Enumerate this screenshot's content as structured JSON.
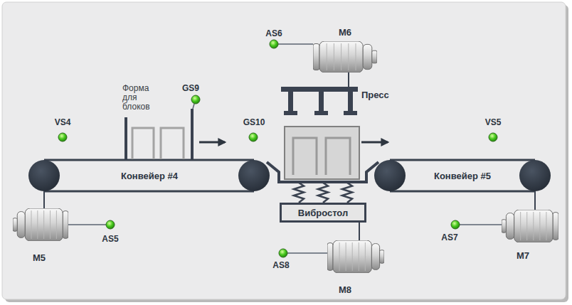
{
  "diagram": {
    "nodes": [
      {
        "text": [
          "M6"
        ]
      },
      {
        "text": [
          "Пресс"
        ]
      },
      {
        "text": [
          "Конвейер #4"
        ]
      },
      {
        "text": [
          "Вибростол"
        ]
      },
      {
        "text": [
          "Конвейер #5"
        ]
      },
      {
        "text": [
          "M5"
        ]
      },
      {
        "text": [
          "M8"
        ]
      },
      {
        "text": [
          "M7"
        ]
      }
    ],
    "edges": [
      {
        "from": 0,
        "to": 1,
        "arrow": "none"
      },
      {
        "from": 5,
        "to": 2,
        "arrow": "none"
      },
      {
        "from": 6,
        "to": 3,
        "arrow": "none"
      },
      {
        "from": 7,
        "to": 4,
        "arrow": "none"
      }
    ],
    "labels": [
      "AS6",
      "Форма для блоков",
      "GS9",
      "VS4",
      "GS10",
      "AS5",
      "AS8",
      "VS5",
      "AS7"
    ]
  }
}
